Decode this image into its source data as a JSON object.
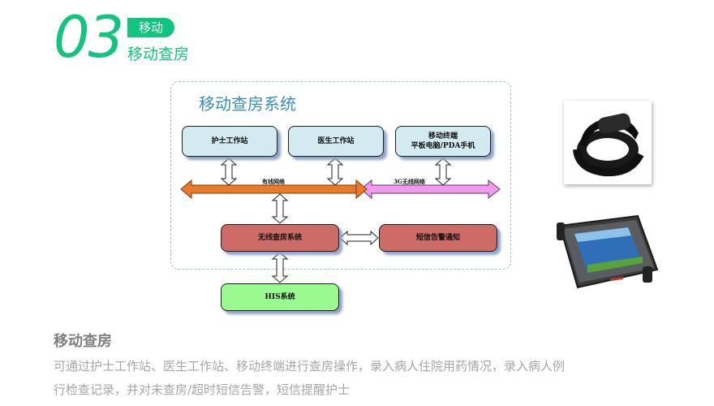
{
  "header": {
    "number": "03",
    "tag": "移动",
    "subtitle": "移动查房"
  },
  "diagram": {
    "title": "移动查房系统",
    "workstations": [
      {
        "label": "护士工作站"
      },
      {
        "label": "医生工作站"
      },
      {
        "label": "移动终端",
        "sublabel": "平板电脑/PDA手机"
      }
    ],
    "buses": [
      {
        "label": "有线网络",
        "color": "#e87a2a"
      },
      {
        "label": "3G无线网络",
        "color": "#f29af0"
      }
    ],
    "systems": [
      {
        "label": "无线查房系统"
      },
      {
        "label": "短信告警通知"
      }
    ],
    "external": {
      "label": "HIS系统"
    }
  },
  "images": {
    "watch": "wristband-device",
    "tablet": "rugged-tablet-device"
  },
  "section": {
    "title": "移动查房",
    "description_lines": [
      "可通过护士工作站、医生工作站、移动终端进行查房操作，录入病人住院用药情况，录入病人例",
      "行检查记录，并对未查房/超时短信告警，短信提醒护士"
    ]
  },
  "colors": {
    "accent": "#12c47e",
    "title_blue": "#3a8fb3",
    "box_blue": "#d3eaf1",
    "box_red": "#cd6b66",
    "box_green": "#9bfa8f"
  }
}
